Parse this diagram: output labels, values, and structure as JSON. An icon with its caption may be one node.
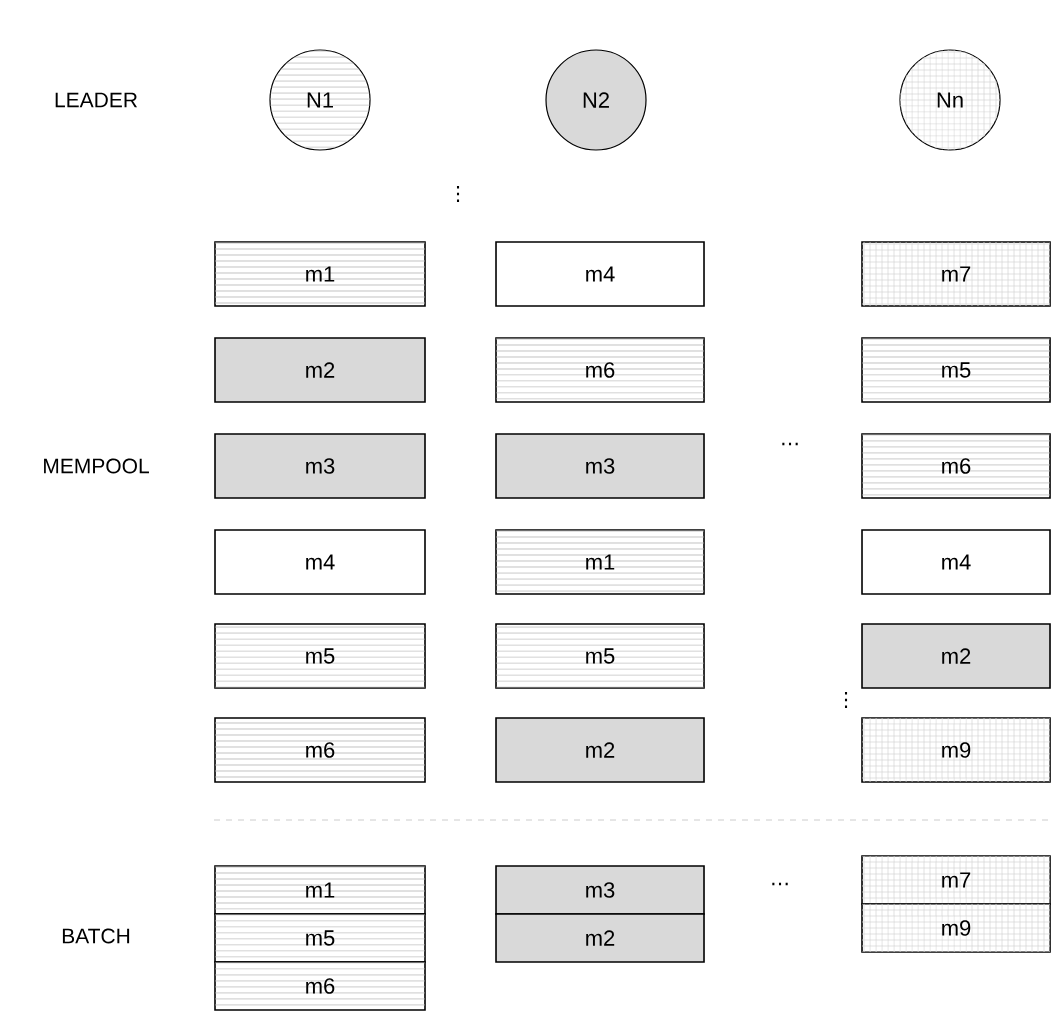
{
  "diagram": {
    "nodes": [
      {
        "text": [
          "N1"
        ]
      },
      {
        "text": [
          "N2"
        ]
      },
      {
        "text": [
          "Nn"
        ]
      },
      {
        "text": [
          "m1"
        ]
      },
      {
        "text": [
          "m4"
        ]
      },
      {
        "text": [
          "m7"
        ]
      },
      {
        "text": [
          "m2"
        ]
      },
      {
        "text": [
          "m6"
        ]
      },
      {
        "text": [
          "m5"
        ]
      },
      {
        "text": [
          "m3"
        ]
      },
      {
        "text": [
          "m3"
        ]
      },
      {
        "text": [
          "m6"
        ]
      },
      {
        "text": [
          "m4"
        ]
      },
      {
        "text": [
          "m1"
        ]
      },
      {
        "text": [
          "m4"
        ]
      },
      {
        "text": [
          "m5"
        ]
      },
      {
        "text": [
          "m5"
        ]
      },
      {
        "text": [
          "m2"
        ]
      },
      {
        "text": [
          "m6"
        ]
      },
      {
        "text": [
          "m2"
        ]
      },
      {
        "text": [
          "m9"
        ]
      },
      {
        "text": [
          "m1"
        ]
      },
      {
        "text": [
          "m3"
        ]
      },
      {
        "text": [
          "m7"
        ]
      },
      {
        "text": [
          "m5"
        ]
      },
      {
        "text": [
          "m2"
        ]
      },
      {
        "text": [
          "m9"
        ]
      },
      {
        "text": [
          "m6"
        ]
      }
    ],
    "labels": [
      "LEADER",
      "⋮",
      "MEMPOOL",
      "…",
      "⋮",
      "BATCH",
      "…"
    ]
  }
}
